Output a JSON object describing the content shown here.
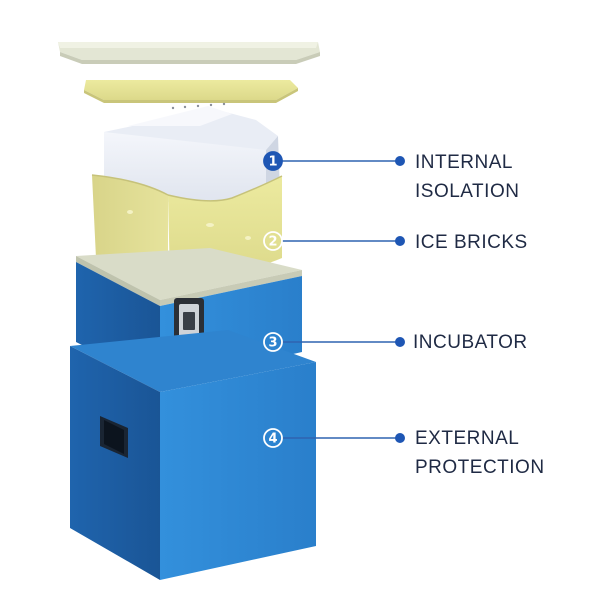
{
  "colors": {
    "box_blue": "#2c84d0",
    "box_blue_dark": "#1f63a8",
    "box_blue_side": "#1d5da0",
    "ice_yellow": "#e7e49a",
    "lid_cream": "#e8ebd8",
    "callout_line": "#2f63b0",
    "callout_dot": "#1e56b4",
    "label_text": "#1f2a44"
  },
  "callouts": [
    {
      "number": "1",
      "style": "filled",
      "lines": [
        "INTERNAL",
        "ISOLATION"
      ]
    },
    {
      "number": "2",
      "style": "outline",
      "lines": [
        "ICE BRICKS"
      ]
    },
    {
      "number": "3",
      "style": "outline",
      "lines": [
        "INCUBATOR"
      ]
    },
    {
      "number": "4",
      "style": "outline",
      "lines": [
        "EXTERNAL",
        "PROTECTION"
      ]
    }
  ]
}
